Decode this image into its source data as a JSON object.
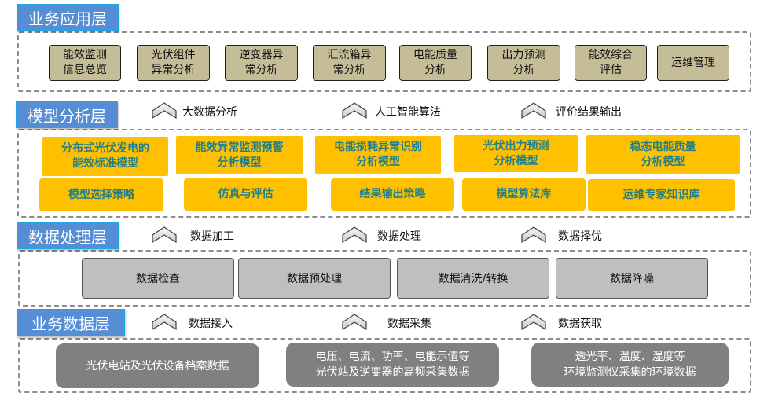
{
  "layers": {
    "application": {
      "title": "业务应用层",
      "items": [
        {
          "line1": "能效监测",
          "line2": "信息总览"
        },
        {
          "line1": "光伏组件",
          "line2": "异常分析"
        },
        {
          "line1": "逆变器异",
          "line2": "常分析"
        },
        {
          "line1": "汇流箱异",
          "line2": "常分析"
        },
        {
          "line1": "电能质量",
          "line2": "分析"
        },
        {
          "line1": "出力预测",
          "line2": "分析"
        },
        {
          "line1": "能效综合",
          "line2": "评估"
        },
        {
          "line1": "运维管理",
          "line2": ""
        }
      ]
    },
    "model": {
      "title": "模型分析层",
      "flows": [
        "大数据分析",
        "人工智能算法",
        "评价结果输出"
      ],
      "models": [
        {
          "line1": "分布式光伏发电的",
          "line2": "能效标准模型"
        },
        {
          "line1": "能效异常监测预警",
          "line2": "分析模型"
        },
        {
          "line1": "电能损耗异常识别",
          "line2": "分析模型"
        },
        {
          "line1": "光伏出力预测",
          "line2": "分析模型"
        },
        {
          "line1": "稳态电能质量",
          "line2": "分析模型"
        }
      ],
      "tools": [
        "模型选择策略",
        "仿真与评估",
        "结果输出策略",
        "模型算法库",
        "运维专家知识库"
      ]
    },
    "processing": {
      "title": "数据处理层",
      "flows": [
        "数据加工",
        "数据处理",
        "数据择优"
      ],
      "items": [
        "数据检查",
        "数据预处理",
        "数据清洗/转换",
        "数据降噪"
      ]
    },
    "data": {
      "title": "业务数据层",
      "flows": [
        "数据接入",
        "数据采集",
        "数据获取"
      ],
      "sources": [
        {
          "line1": "光伏电站及光伏设备档案数据",
          "line2": ""
        },
        {
          "line1": "电压、电流、功率、电能示值等",
          "line2": "光伏站及逆变器的高频采集数据"
        },
        {
          "line1": "透光率、温度、湿度等",
          "line2": "环境监测仪采集的环境数据"
        }
      ]
    }
  },
  "colors": {
    "label": "#558ED5",
    "app": "#C4BD97",
    "model": "#FFC000",
    "model_text": "#1f7f8a",
    "proc": "#BFBFBF",
    "src": "#808080"
  }
}
